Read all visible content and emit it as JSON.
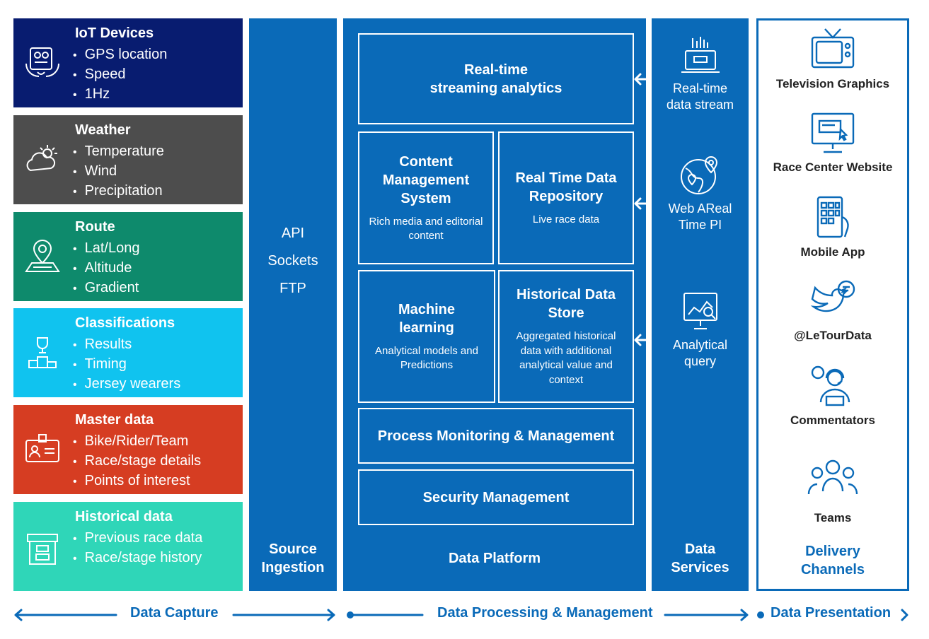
{
  "capture": [
    {
      "title": "IoT Devices",
      "items": [
        "GPS location",
        "Speed",
        "1Hz"
      ],
      "color": "#081c70",
      "icon": "iot-device-icon"
    },
    {
      "title": "Weather",
      "items": [
        "Temperature",
        "Wind",
        "Precipitation"
      ],
      "color": "#4d4d4d",
      "icon": "weather-icon"
    },
    {
      "title": "Route",
      "items": [
        "Lat/Long",
        "Altitude",
        "Gradient"
      ],
      "color": "#0e8a6c",
      "icon": "map-pin-icon"
    },
    {
      "title": "Classifications",
      "items": [
        "Results",
        "Timing",
        "Jersey wearers"
      ],
      "color": "#10c3ef",
      "icon": "podium-icon"
    },
    {
      "title": "Master data",
      "items": [
        "Bike/Rider/Team",
        "Race/stage details",
        "Points of interest"
      ],
      "color": "#d63d22",
      "icon": "id-badge-icon"
    },
    {
      "title": "Historical data",
      "items": [
        "Previous race data",
        "Race/stage history"
      ],
      "color": "#2fd6b8",
      "icon": "archive-box-icon"
    }
  ],
  "ingestion": {
    "protocols": [
      "API",
      "Sockets",
      "FTP"
    ],
    "title_line1": "Source",
    "title_line2": "Ingestion"
  },
  "platform": {
    "title": "Data Platform",
    "streaming": {
      "line1": "Real-time",
      "line2": "streaming analytics"
    },
    "cms": {
      "line1": "Content",
      "line2": "Management",
      "line3": "System",
      "desc": "Rich media and editorial content"
    },
    "repository": {
      "line1": "Real Time Data",
      "line2": "Repository",
      "desc": "Live race data"
    },
    "ml": {
      "line1": "Machine",
      "line2": "learning",
      "desc": "Analytical models and Predictions"
    },
    "historical": {
      "line1": "Historical Data",
      "line2": "Store",
      "desc": "Aggregated historical data with additional analytical value and context"
    },
    "monitoring": "Process Monitoring & Management",
    "security": "Security Management"
  },
  "services": {
    "title_line1": "Data",
    "title_line2": "Services",
    "items": [
      {
        "line1": "Real-time",
        "line2": "data stream",
        "icon": "data-stream-laptop-icon"
      },
      {
        "line1": "Web AReal",
        "line2": "Time PI",
        "icon": "globe-location-icon"
      },
      {
        "line1": "Analytical",
        "line2": "query",
        "icon": "analytics-monitor-icon"
      }
    ]
  },
  "delivery": {
    "title_line1": "Delivery",
    "title_line2": "Channels",
    "channels": [
      {
        "label": "Television Graphics",
        "icon": "television-icon"
      },
      {
        "label": "Race Center Website",
        "icon": "desktop-monitor-icon"
      },
      {
        "label": "Mobile App",
        "icon": "mobile-phone-icon"
      },
      {
        "label": "@LeTourData",
        "icon": "twitter-bird-icon"
      },
      {
        "label": "Commentators",
        "icon": "commentator-headset-icon"
      },
      {
        "label": "Teams",
        "icon": "team-people-icon"
      }
    ]
  },
  "flow": {
    "capture": "Data Capture",
    "processing": "Data Processing & Management",
    "presentation": "Data Presentation"
  },
  "colors": {
    "blue": "#0a6ab8",
    "white": "#ffffff"
  }
}
